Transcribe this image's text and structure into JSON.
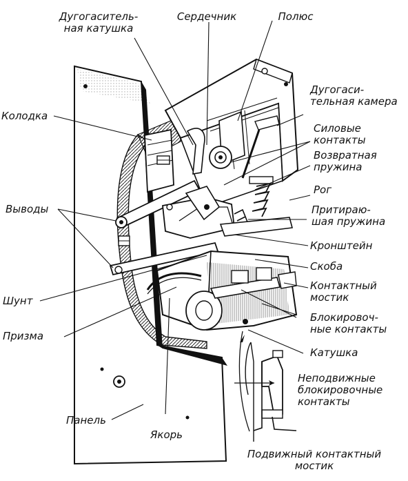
{
  "labels": {
    "arc_coil": "Дугогаситель-\nная катушка",
    "core": "Сердечник",
    "pole": "Полюс",
    "arc_chamber": "Дугогаси-\nтельная камера",
    "power_contacts": "Силовые\nконтакты",
    "return_spring": "Возвратная\nпружина",
    "horn": "Рог",
    "lapping_spring": "Притираю-\nшая пружина",
    "bracket": "Кронштейн",
    "clip": "Скоба",
    "contact_bridge": "Контактный\nмостик",
    "interlock_contacts": "Блокировоч-\nные контакты",
    "coil": "Катушка",
    "fixed_interlock_contacts": "Неподвижные\nблокировочные\nконтакты",
    "movable_contact_bridge": "Подвижный контактный\nмостик",
    "block": "Колодка",
    "terminals": "Выводы",
    "shunt": "Шунт",
    "prism": "Призма",
    "panel": "Панель",
    "armature": "Якорь"
  },
  "colors": {
    "ink": "#111111",
    "background": "#ffffff"
  }
}
